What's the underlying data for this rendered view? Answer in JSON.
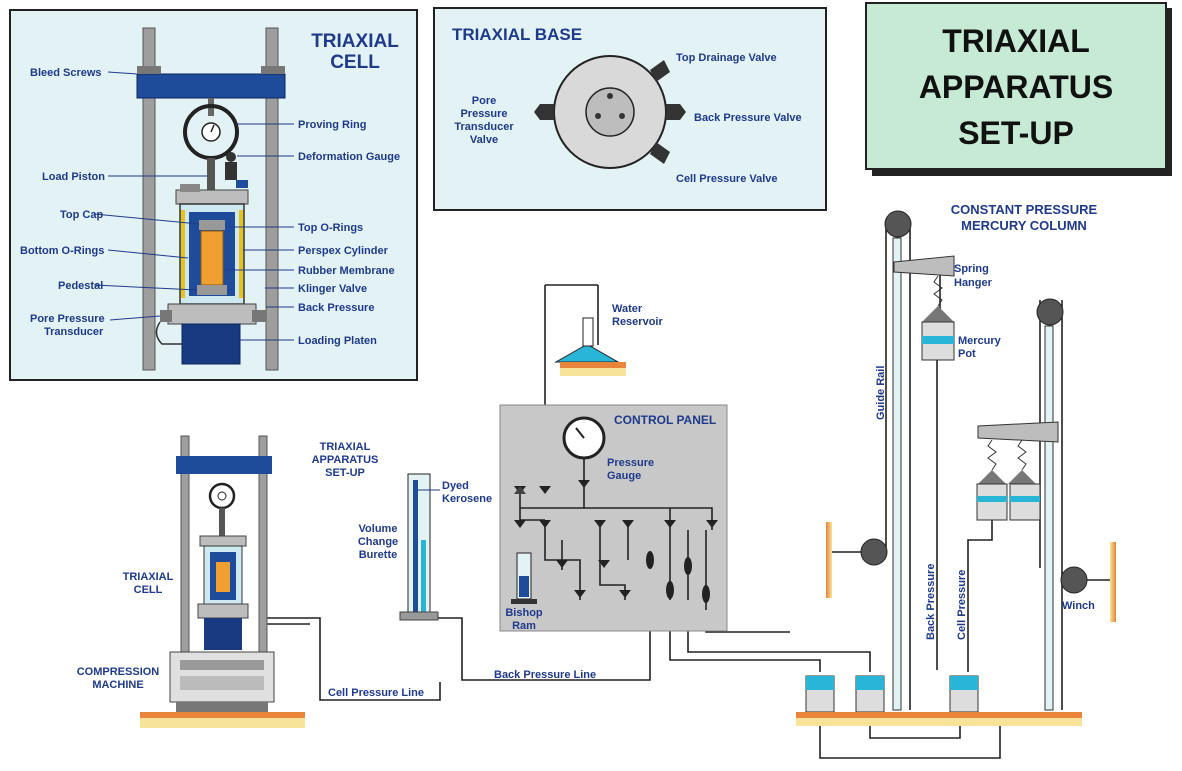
{
  "title": {
    "line1": "TRIAXIAL",
    "line2": "APPARATUS",
    "line3": "SET-UP"
  },
  "cell_panel": {
    "heading_line1": "TRIAXIAL",
    "heading_line2": "CELL",
    "labels": {
      "bleed_screws": "Bleed Screws",
      "proving_ring": "Proving Ring",
      "deformation_gauge": "Deformation Gauge",
      "load_piston": "Load Piston",
      "top_cap": "Top Cap",
      "top_o_rings": "Top O-Rings",
      "bottom_o_rings": "Bottom O-Rings",
      "perspex_cylinder": "Perspex Cylinder",
      "rubber_membrane": "Rubber Membrane",
      "pedestal": "Pedestal",
      "klinger_valve": "Klinger Valve",
      "back_pressure": "Back Pressure",
      "pore_pressure_transducer_line1": "Pore Pressure",
      "pore_pressure_transducer_line2": "Transducer",
      "loading_platen": "Loading Platen"
    }
  },
  "base_panel": {
    "heading": "TRIAXIAL BASE",
    "labels": {
      "top_drainage_valve": "Top Drainage Valve",
      "pore_line1": "Pore",
      "pore_line2": "Pressure",
      "pore_line3": "Transducer",
      "pore_line4": "Valve",
      "back_pressure_valve": "Back Pressure Valve",
      "cell_pressure_valve": "Cell Pressure Valve"
    }
  },
  "machine": {
    "sub_line1": "TRIAXIAL",
    "sub_line2": "APPARATUS",
    "sub_line3": "SET-UP",
    "cell_line1": "TRIAXIAL",
    "cell_line2": "CELL",
    "compression_line1": "COMPRESSION",
    "compression_line2": "MACHINE"
  },
  "burette": {
    "dyed_line1": "Dyed",
    "dyed_line2": "Kerosene",
    "vol_line1": "Volume",
    "vol_line2": "Change",
    "vol_line3": "Burette"
  },
  "reservoir": {
    "line1": "Water",
    "line2": "Reservoir"
  },
  "control_panel": {
    "heading": "CONTROL PANEL",
    "gauge_line1": "Pressure",
    "gauge_line2": "Gauge",
    "ram_line1": "Bishop",
    "ram_line2": "Ram"
  },
  "mercury": {
    "heading_line1": "CONSTANT PRESSURE",
    "heading_line2": "MERCURY COLUMN",
    "spring_line1": "Spring",
    "spring_line2": "Hanger",
    "pot_line1": "Mercury",
    "pot_line2": "Pot",
    "guide_rail": "Guide Rail",
    "back_pressure": "Back Pressure",
    "cell_pressure": "Cell Pressure",
    "winch": "Winch"
  },
  "lines": {
    "back_pressure_line": "Back Pressure Line",
    "cell_pressure_line": "Cell Pressure Line"
  },
  "colors": {
    "panel_fill": "#e3f2f4",
    "title_fill": "#c6ead4",
    "control_fill": "#c8c8c8",
    "label_blue": "#1f3a8a",
    "frame_blue": "#1e4c9a",
    "water_cyan": "#29b6d6",
    "floor_yellow": "#f3d27a",
    "floor_orange": "#e8853a"
  }
}
